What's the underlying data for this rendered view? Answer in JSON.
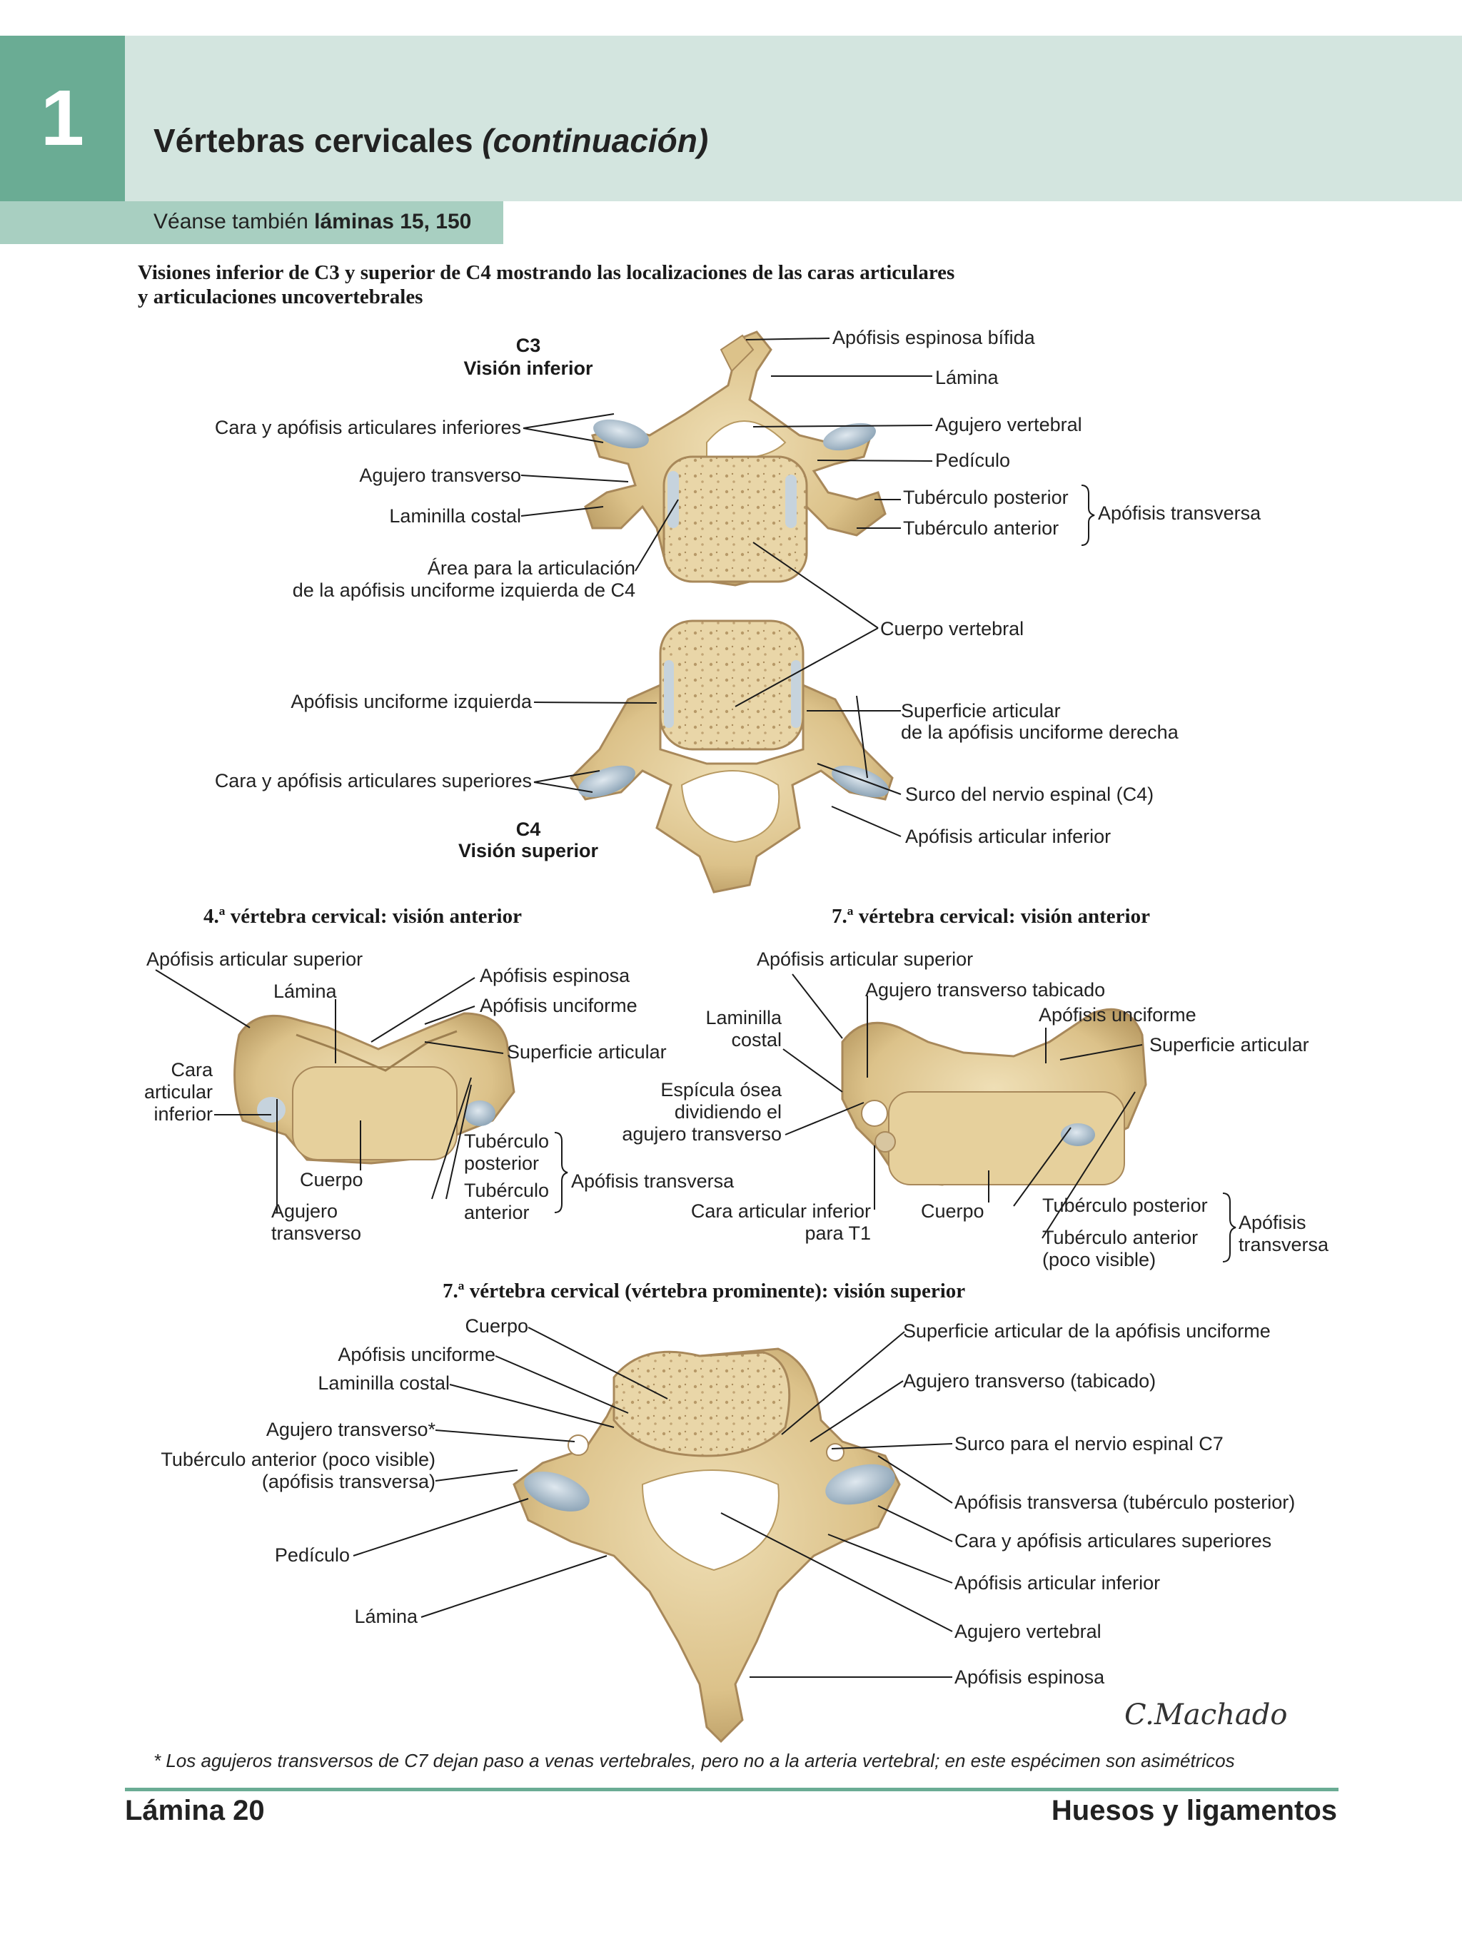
{
  "header": {
    "chapter_number": "1",
    "title_main": "Vértebras cervicales ",
    "title_italic": "(continuación)",
    "see_also_prefix": "Véanse también ",
    "see_also_refs": "láminas 15, 150"
  },
  "fig1": {
    "heading_line1": "Visiones inferior de C3 y superior de C4 mostrando las localizaciones de las caras articulares",
    "heading_line2": "y articulaciones uncovertebrales",
    "c3_name": "C3",
    "c3_view": "Visión inferior",
    "c4_name": "C4",
    "c4_view": "Visión superior",
    "labels": {
      "bifid_spinous": "Apófisis espinosa bífida",
      "lamina": "Lámina",
      "inferior_facets": "Cara y apófisis articulares inferiores",
      "vertebral_foramen": "Agujero vertebral",
      "pedicle": "Pedículo",
      "transverse_foramen": "Agujero transverso",
      "posterior_tubercle": "Tubérculo posterior",
      "transverse_process": "Apófisis transversa",
      "costal_lamella": "Laminilla costal",
      "anterior_tubercle": "Tubérculo anterior",
      "uncinate_area_line1": "Área para la articulación",
      "uncinate_area_line2": "de la apófisis unciforme izquierda de C4",
      "vertebral_body": "Cuerpo vertebral",
      "left_uncinate": "Apófisis unciforme izquierda",
      "right_uncinate_surface_line1": "Superficie articular",
      "right_uncinate_surface_line2": "de la apófisis unciforme derecha",
      "superior_facets": "Cara y apófisis articulares superiores",
      "spinal_nerve_groove": "Surco del nervio espinal (C4)",
      "inferior_articular": "Apófisis articular inferior"
    }
  },
  "fig2": {
    "heading": "4.ª vértebra cervical: visión anterior",
    "labels": {
      "superior_articular": "Apófisis articular superior",
      "lamina": "Lámina",
      "spinous": "Apófisis espinosa",
      "uncinate": "Apófisis unciforme",
      "articular_surface": "Superficie articular",
      "inferior_facet_line1": "Cara",
      "inferior_facet_line2": "articular",
      "inferior_facet_line3": "inferior",
      "posterior_tubercle_line1": "Tubérculo",
      "posterior_tubercle_line2": "posterior",
      "anterior_tubercle_line1": "Tubérculo",
      "anterior_tubercle_line2": "anterior",
      "transverse_process": "Apófisis transversa",
      "body": "Cuerpo",
      "transverse_foramen_line1": "Agujero",
      "transverse_foramen_line2": "transverso"
    }
  },
  "fig3": {
    "heading": "7.ª vértebra cervical: visión anterior",
    "labels": {
      "superior_articular": "Apófisis articular superior",
      "septate_foramen": "Agujero transverso tabicado",
      "costal_lamella_line1": "Laminilla",
      "costal_lamella_line2": "costal",
      "uncinate": "Apófisis unciforme",
      "articular_surface": "Superficie articular",
      "spicule_line1": "Espícula ósea",
      "spicule_line2": "dividiendo el",
      "spicule_line3": "agujero transverso",
      "inferior_facet_line1": "Cara articular inferior",
      "inferior_facet_line2": "para T1",
      "body": "Cuerpo",
      "posterior_tubercle": "Tubérculo posterior",
      "anterior_tubercle_line1": "Tubérculo anterior",
      "anterior_tubercle_line2": "(poco visible)",
      "transverse_line1": "Apófisis",
      "transverse_line2": "transversa"
    }
  },
  "fig4": {
    "heading": "7.ª vértebra cervical (vértebra prominente): visión superior",
    "labels": {
      "body": "Cuerpo",
      "uncinate": "Apófisis unciforme",
      "costal_lamella": "Laminilla costal",
      "transverse_foramen_star": "Agujero transverso*",
      "anterior_tubercle_line1": "Tubérculo anterior (poco visible)",
      "anterior_tubercle_line2": "(apófisis transversa)",
      "pedicle": "Pedículo",
      "lamina": "Lámina",
      "uncinate_surface": "Superficie articular de la apófisis unciforme",
      "septate_foramen": "Agujero transverso (tabicado)",
      "c7_groove": "Surco para el nervio espinal C7",
      "transverse_posterior": "Apófisis transversa (tubérculo posterior)",
      "superior_facets": "Cara y apófisis articulares superiores",
      "inferior_articular": "Apófisis articular inferior",
      "vertebral_foramen": "Agujero vertebral",
      "spinous": "Apófisis espinosa"
    }
  },
  "footnote": "* Los agujeros transversos de C7 dejan paso a venas vertebrales, pero no a la arteria vertebral; en este espécimen son asimétricos",
  "signature": "C.Machado",
  "footer": {
    "plate": "Lámina 20",
    "section": "Huesos y ligamentos"
  },
  "colors": {
    "header_band": "#d3e5df",
    "chapter_box": "#6aac94",
    "see_also_bar": "#a8cfc1",
    "bone": "#e4cf9c",
    "bone_shadow": "#b89a62",
    "cartilage": "#a7bccb"
  }
}
